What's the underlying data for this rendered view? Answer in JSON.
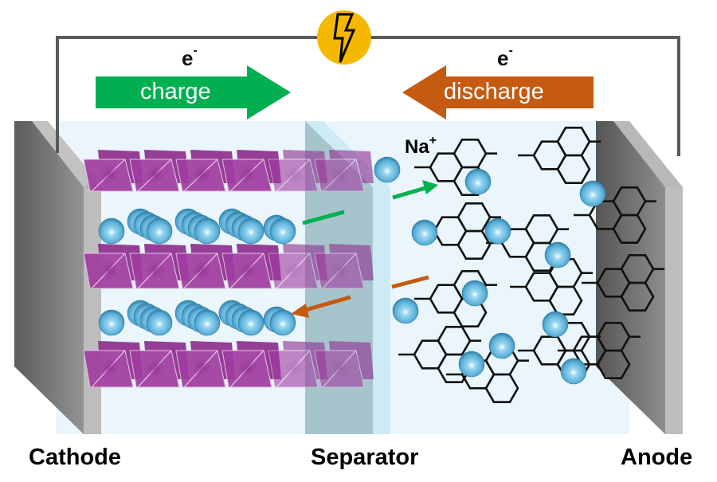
{
  "diagram": {
    "title": "Sodium-ion battery charge/discharge schematic",
    "power_source": {
      "icon": "lightning-bolt-icon",
      "color": "#F5B800"
    },
    "charge": {
      "electron_label": "e",
      "electron_sup": "-",
      "arrow_label": "charge",
      "direction": "right",
      "color": "#00B050"
    },
    "discharge": {
      "electron_label": "e",
      "electron_sup": "-",
      "arrow_label": "discharge",
      "direction": "left",
      "color": "#C55A11"
    },
    "ion_label": {
      "text": "Na",
      "sup": "+"
    },
    "components": {
      "cathode": "Cathode",
      "separator": "Separator",
      "anode": "Anode"
    },
    "colors": {
      "electrolyte": "#EAF5FC",
      "separator": "#A7C3CC",
      "separator_edge": "#CDEBF7",
      "current_collector": "#808080",
      "cathode_layer": "#A03CA0",
      "sodium_ion": "#5FB4DC",
      "wire": "#5A5A5A"
    }
  }
}
